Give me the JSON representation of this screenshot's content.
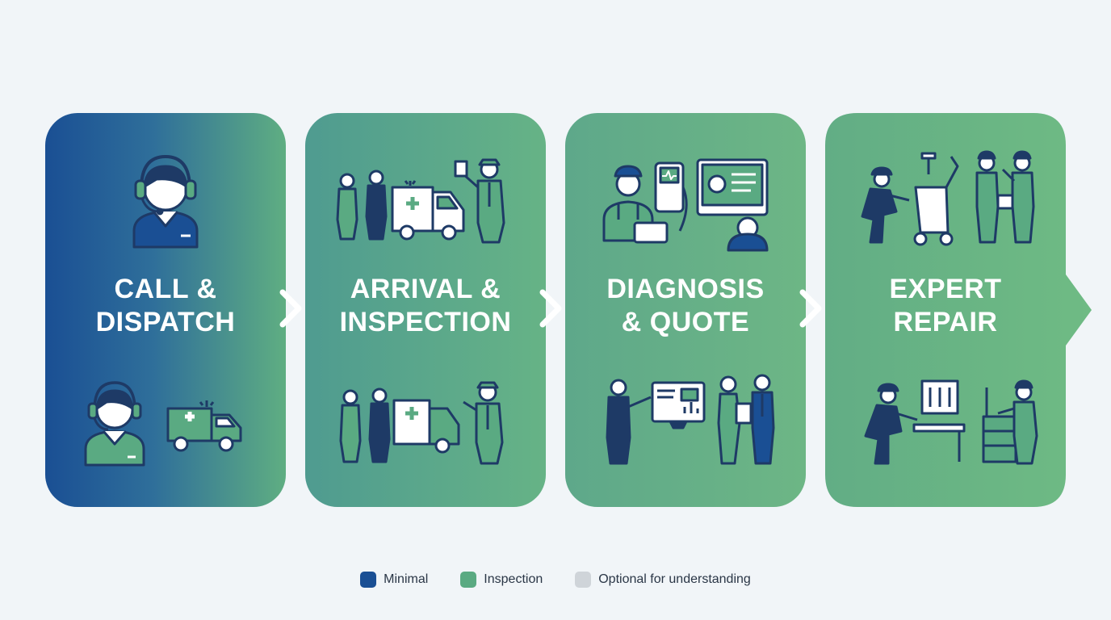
{
  "steps": [
    {
      "title": "CALL &\nDISPATCH"
    },
    {
      "title": "ARRIVAL &\nINSPECTION"
    },
    {
      "title": "DIAGNOSIS\n& QUOTE"
    },
    {
      "title": "EXPERT\nREPAIR"
    }
  ],
  "legend": [
    {
      "label": "Minimal",
      "color": "#1a4f94"
    },
    {
      "label": "Inspection",
      "color": "#5aaa82"
    },
    {
      "label": "Optional for understanding",
      "color": "#cfd4d9"
    }
  ],
  "colors": {
    "navy": "#1e3a66",
    "blue": "#1a4f94",
    "green": "#5aaa82",
    "light_green": "#6bb98a",
    "white": "#ffffff"
  }
}
